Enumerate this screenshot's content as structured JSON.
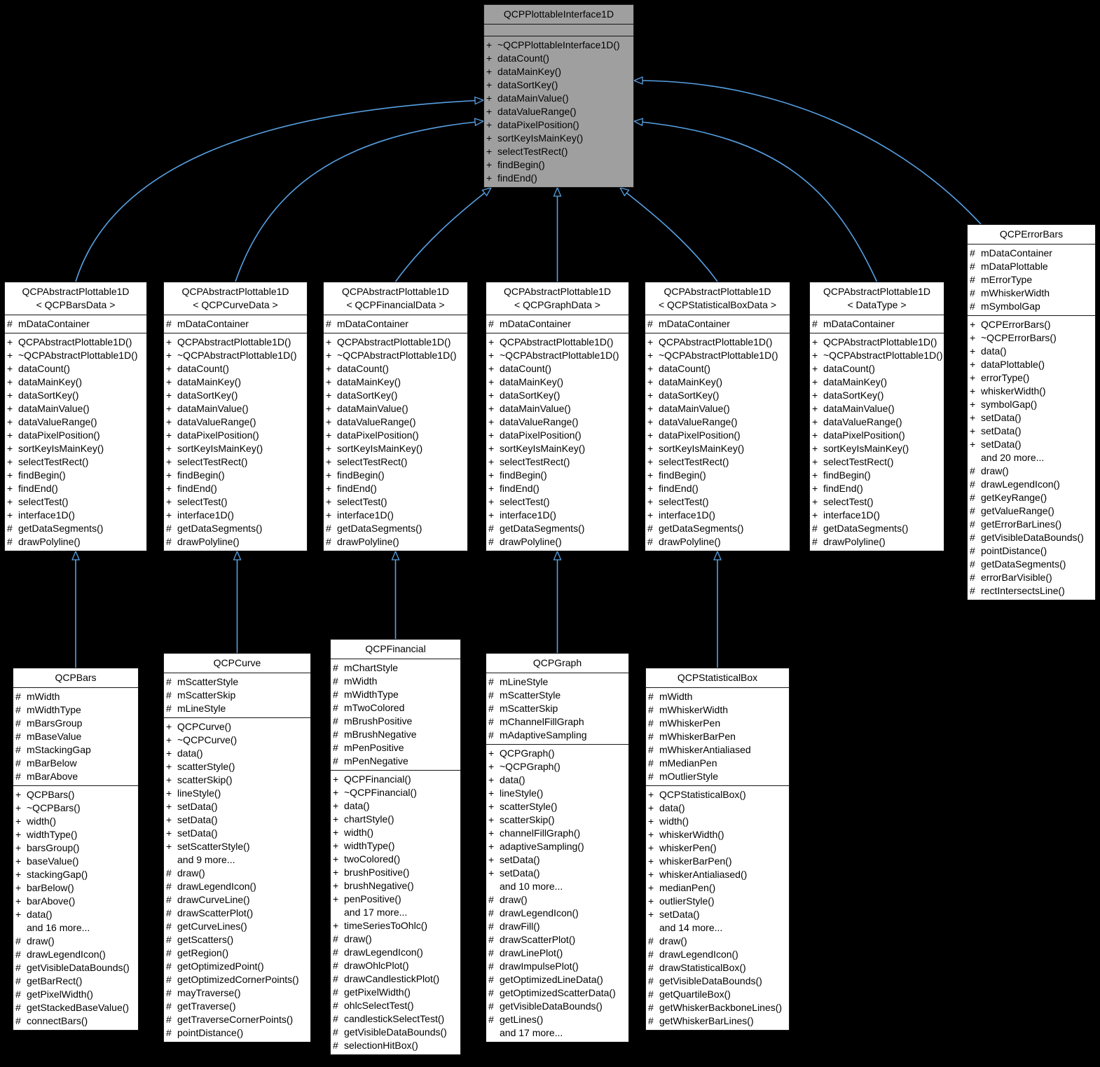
{
  "diagram": {
    "kind": "uml-class-inheritance",
    "colors": {
      "background": "#000000",
      "node_fill": "#ffffff",
      "highlight_fill": "#9f9f9f",
      "border": "#161616",
      "arrow": "#57a1e4"
    },
    "classes": [
      {
        "id": "interface",
        "title": [
          "QCPPlottableInterface1D"
        ],
        "highlighted": true,
        "attributes": [],
        "methods": [
          "+ ~QCPPlottableInterface1D()",
          "+ dataCount()",
          "+ dataMainKey()",
          "+ dataSortKey()",
          "+ dataMainValue()",
          "+ dataValueRange()",
          "+ dataPixelPosition()",
          "+ sortKeyIsMainKey()",
          "+ selectTestRect()",
          "+ findBegin()",
          "+ findEnd()"
        ]
      },
      {
        "id": "p_bars",
        "title": [
          "QCPAbstractPlottable1D",
          "< QCPBarsData >"
        ],
        "highlighted": false,
        "attributes": [
          "# mDataContainer"
        ],
        "methods": [
          "+ QCPAbstractPlottable1D()",
          "+ ~QCPAbstractPlottable1D()",
          "+ dataCount()",
          "+ dataMainKey()",
          "+ dataSortKey()",
          "+ dataMainValue()",
          "+ dataValueRange()",
          "+ dataPixelPosition()",
          "+ sortKeyIsMainKey()",
          "+ selectTestRect()",
          "+ findBegin()",
          "+ findEnd()",
          "+ selectTest()",
          "+ interface1D()",
          "# getDataSegments()",
          "# drawPolyline()"
        ]
      },
      {
        "id": "p_curve",
        "title": [
          "QCPAbstractPlottable1D",
          "< QCPCurveData >"
        ],
        "highlighted": false,
        "attributes": [
          "# mDataContainer"
        ],
        "methods": [
          "+ QCPAbstractPlottable1D()",
          "+ ~QCPAbstractPlottable1D()",
          "+ dataCount()",
          "+ dataMainKey()",
          "+ dataSortKey()",
          "+ dataMainValue()",
          "+ dataValueRange()",
          "+ dataPixelPosition()",
          "+ sortKeyIsMainKey()",
          "+ selectTestRect()",
          "+ findBegin()",
          "+ findEnd()",
          "+ selectTest()",
          "+ interface1D()",
          "# getDataSegments()",
          "# drawPolyline()"
        ]
      },
      {
        "id": "p_financial",
        "title": [
          "QCPAbstractPlottable1D",
          "< QCPFinancialData >"
        ],
        "highlighted": false,
        "attributes": [
          "# mDataContainer"
        ],
        "methods": [
          "+ QCPAbstractPlottable1D()",
          "+ ~QCPAbstractPlottable1D()",
          "+ dataCount()",
          "+ dataMainKey()",
          "+ dataSortKey()",
          "+ dataMainValue()",
          "+ dataValueRange()",
          "+ dataPixelPosition()",
          "+ sortKeyIsMainKey()",
          "+ selectTestRect()",
          "+ findBegin()",
          "+ findEnd()",
          "+ selectTest()",
          "+ interface1D()",
          "# getDataSegments()",
          "# drawPolyline()"
        ]
      },
      {
        "id": "p_graph",
        "title": [
          "QCPAbstractPlottable1D",
          "< QCPGraphData >"
        ],
        "highlighted": false,
        "attributes": [
          "# mDataContainer"
        ],
        "methods": [
          "+ QCPAbstractPlottable1D()",
          "+ ~QCPAbstractPlottable1D()",
          "+ dataCount()",
          "+ dataMainKey()",
          "+ dataSortKey()",
          "+ dataMainValue()",
          "+ dataValueRange()",
          "+ dataPixelPosition()",
          "+ sortKeyIsMainKey()",
          "+ selectTestRect()",
          "+ findBegin()",
          "+ findEnd()",
          "+ selectTest()",
          "+ interface1D()",
          "# getDataSegments()",
          "# drawPolyline()"
        ]
      },
      {
        "id": "p_statbox",
        "title": [
          "QCPAbstractPlottable1D",
          "< QCPStatisticalBoxData >"
        ],
        "highlighted": false,
        "attributes": [
          "# mDataContainer"
        ],
        "methods": [
          "+ QCPAbstractPlottable1D()",
          "+ ~QCPAbstractPlottable1D()",
          "+ dataCount()",
          "+ dataMainKey()",
          "+ dataSortKey()",
          "+ dataMainValue()",
          "+ dataValueRange()",
          "+ dataPixelPosition()",
          "+ sortKeyIsMainKey()",
          "+ selectTestRect()",
          "+ findBegin()",
          "+ findEnd()",
          "+ selectTest()",
          "+ interface1D()",
          "# getDataSegments()",
          "# drawPolyline()"
        ]
      },
      {
        "id": "p_datatype",
        "title": [
          "QCPAbstractPlottable1D",
          "< DataType >"
        ],
        "highlighted": false,
        "attributes": [
          "# mDataContainer"
        ],
        "methods": [
          "+ QCPAbstractPlottable1D()",
          "+ ~QCPAbstractPlottable1D()",
          "+ dataCount()",
          "+ dataMainKey()",
          "+ dataSortKey()",
          "+ dataMainValue()",
          "+ dataValueRange()",
          "+ dataPixelPosition()",
          "+ sortKeyIsMainKey()",
          "+ selectTestRect()",
          "+ findBegin()",
          "+ findEnd()",
          "+ selectTest()",
          "+ interface1D()",
          "# getDataSegments()",
          "# drawPolyline()"
        ]
      },
      {
        "id": "errorbars",
        "title": [
          "QCPErrorBars"
        ],
        "highlighted": false,
        "attributes": [
          "# mDataContainer",
          "# mDataPlottable",
          "# mErrorType",
          "# mWhiskerWidth",
          "# mSymbolGap"
        ],
        "methods": [
          "+ QCPErrorBars()",
          "+ ~QCPErrorBars()",
          "+ data()",
          "+ dataPlottable()",
          "+ errorType()",
          "+ whiskerWidth()",
          "+ symbolGap()",
          "+ setData()",
          "+ setData()",
          "+ setData()",
          "and 20 more...",
          "# draw()",
          "# drawLegendIcon()",
          "# getKeyRange()",
          "# getValueRange()",
          "# getErrorBarLines()",
          "# getVisibleDataBounds()",
          "# pointDistance()",
          "# getDataSegments()",
          "# errorBarVisible()",
          "# rectIntersectsLine()"
        ]
      },
      {
        "id": "bars",
        "title": [
          "QCPBars"
        ],
        "highlighted": false,
        "attributes": [
          "# mWidth",
          "# mWidthType",
          "# mBarsGroup",
          "# mBaseValue",
          "# mStackingGap",
          "# mBarBelow",
          "# mBarAbove"
        ],
        "methods": [
          "+ QCPBars()",
          "+ ~QCPBars()",
          "+ width()",
          "+ widthType()",
          "+ barsGroup()",
          "+ baseValue()",
          "+ stackingGap()",
          "+ barBelow()",
          "+ barAbove()",
          "+ data()",
          "and 16 more...",
          "# draw()",
          "# drawLegendIcon()",
          "# getVisibleDataBounds()",
          "# getBarRect()",
          "# getPixelWidth()",
          "# getStackedBaseValue()",
          "# connectBars()"
        ]
      },
      {
        "id": "curve",
        "title": [
          "QCPCurve"
        ],
        "highlighted": false,
        "attributes": [
          "# mScatterStyle",
          "# mScatterSkip",
          "# mLineStyle"
        ],
        "methods": [
          "+ QCPCurve()",
          "+ ~QCPCurve()",
          "+ data()",
          "+ scatterStyle()",
          "+ scatterSkip()",
          "+ lineStyle()",
          "+ setData()",
          "+ setData()",
          "+ setData()",
          "+ setScatterStyle()",
          "and 9 more...",
          "# draw()",
          "# drawLegendIcon()",
          "# drawCurveLine()",
          "# drawScatterPlot()",
          "# getCurveLines()",
          "# getScatters()",
          "# getRegion()",
          "# getOptimizedPoint()",
          "# getOptimizedCornerPoints()",
          "# mayTraverse()",
          "# getTraverse()",
          "# getTraverseCornerPoints()",
          "# pointDistance()"
        ]
      },
      {
        "id": "financial",
        "title": [
          "QCPFinancial"
        ],
        "highlighted": false,
        "attributes": [
          "# mChartStyle",
          "# mWidth",
          "# mWidthType",
          "# mTwoColored",
          "# mBrushPositive",
          "# mBrushNegative",
          "# mPenPositive",
          "# mPenNegative"
        ],
        "methods": [
          "+ QCPFinancial()",
          "+ ~QCPFinancial()",
          "+ data()",
          "+ chartStyle()",
          "+ width()",
          "+ widthType()",
          "+ twoColored()",
          "+ brushPositive()",
          "+ brushNegative()",
          "+ penPositive()",
          "and 17 more...",
          "+ timeSeriesToOhlc()",
          "# draw()",
          "# drawLegendIcon()",
          "# drawOhlcPlot()",
          "# drawCandlestickPlot()",
          "# getPixelWidth()",
          "# ohlcSelectTest()",
          "# candlestickSelectTest()",
          "# getVisibleDataBounds()",
          "# selectionHitBox()"
        ]
      },
      {
        "id": "graph",
        "title": [
          "QCPGraph"
        ],
        "highlighted": false,
        "attributes": [
          "# mLineStyle",
          "# mScatterStyle",
          "# mScatterSkip",
          "# mChannelFillGraph",
          "# mAdaptiveSampling"
        ],
        "methods": [
          "+ QCPGraph()",
          "+ ~QCPGraph()",
          "+ data()",
          "+ lineStyle()",
          "+ scatterStyle()",
          "+ scatterSkip()",
          "+ channelFillGraph()",
          "+ adaptiveSampling()",
          "+ setData()",
          "+ setData()",
          "and 10 more...",
          "# draw()",
          "# drawLegendIcon()",
          "# drawFill()",
          "# drawScatterPlot()",
          "# drawLinePlot()",
          "# drawImpulsePlot()",
          "# getOptimizedLineData()",
          "# getOptimizedScatterData()",
          "# getVisibleDataBounds()",
          "# getLines()",
          "and 17 more..."
        ]
      },
      {
        "id": "statbox",
        "title": [
          "QCPStatisticalBox"
        ],
        "highlighted": false,
        "attributes": [
          "# mWidth",
          "# mWhiskerWidth",
          "# mWhiskerPen",
          "# mWhiskerBarPen",
          "# mWhiskerAntialiased",
          "# mMedianPen",
          "# mOutlierStyle"
        ],
        "methods": [
          "+ QCPStatisticalBox()",
          "+ data()",
          "+ width()",
          "+ whiskerWidth()",
          "+ whiskerPen()",
          "+ whiskerBarPen()",
          "+ whiskerAntialiased()",
          "+ medianPen()",
          "+ outlierStyle()",
          "+ setData()",
          "and 14 more...",
          "# draw()",
          "# drawLegendIcon()",
          "# drawStatisticalBox()",
          "# getVisibleDataBounds()",
          "# getQuartileBox()",
          "# getWhiskerBackboneLines()",
          "# getWhiskerBarLines()"
        ]
      }
    ],
    "edges": [
      {
        "from": "p_bars",
        "to": "interface"
      },
      {
        "from": "p_curve",
        "to": "interface"
      },
      {
        "from": "p_financial",
        "to": "interface"
      },
      {
        "from": "p_graph",
        "to": "interface"
      },
      {
        "from": "p_statbox",
        "to": "interface"
      },
      {
        "from": "p_datatype",
        "to": "interface"
      },
      {
        "from": "errorbars",
        "to": "interface"
      },
      {
        "from": "bars",
        "to": "p_bars"
      },
      {
        "from": "curve",
        "to": "p_curve"
      },
      {
        "from": "financial",
        "to": "p_financial"
      },
      {
        "from": "graph",
        "to": "p_graph"
      },
      {
        "from": "statbox",
        "to": "p_statbox"
      }
    ]
  }
}
